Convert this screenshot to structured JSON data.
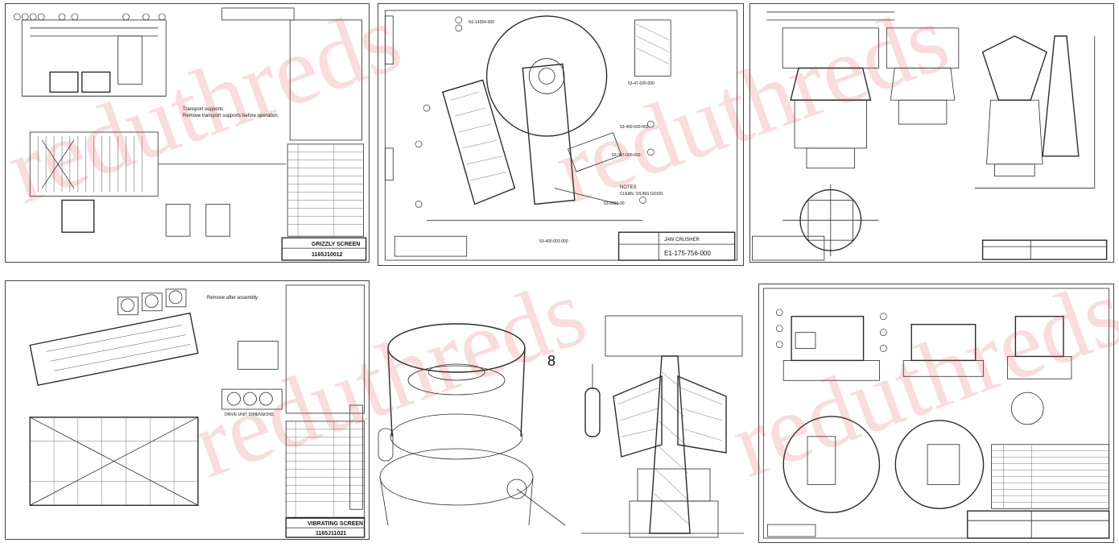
{
  "watermark": {
    "text": "reduthreds"
  },
  "panels": [
    {
      "id": "p1",
      "notes": [
        "Transport supports",
        "Remove transport supports before operation."
      ],
      "title_block": {
        "title": "GRIZZLY SCREEN",
        "number": "1165J10012"
      }
    },
    {
      "id": "p2",
      "notes": [
        "NOTES",
        "CLEAN, OILING GOOD."
      ],
      "title_block": {
        "title": "JAW CRUSHER",
        "number": "E1-175-756-000"
      },
      "part_numbers": [
        "N1-14354-000",
        "53-47-020-000",
        "53-400-500-000",
        "53-367-000-000",
        "53-2060-00",
        "53-400-003-000"
      ]
    },
    {
      "id": "p3",
      "title_block": {
        "title": "",
        "number": ""
      }
    },
    {
      "id": "p4",
      "notes": [
        "Remove after assembly",
        "DRIVE UNIT DIMENSIONS"
      ],
      "title_block": {
        "title": "VIBRATING SCREEN",
        "number": "1165J11021"
      }
    },
    {
      "id": "p5",
      "callout": "8"
    },
    {
      "id": "p6",
      "title_block": {
        "title": "",
        "number": ""
      }
    }
  ]
}
